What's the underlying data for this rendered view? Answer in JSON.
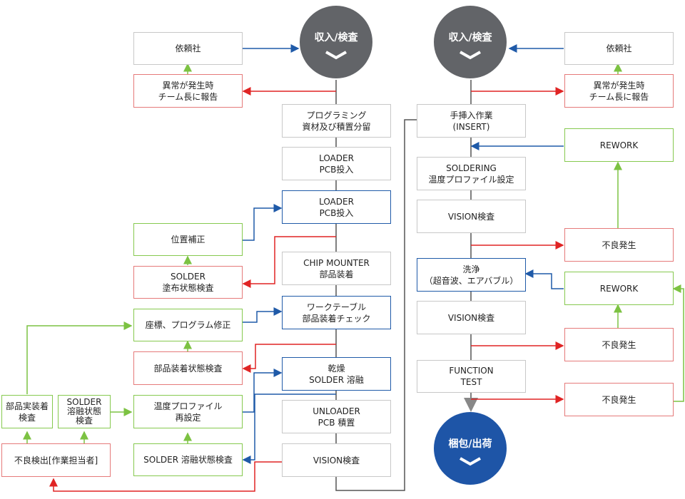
{
  "left": {
    "start": "収入/検査",
    "client": "依頼社",
    "anomaly": "異常が発生時\nチーム長に報告",
    "steps": [
      "プログラミング\n資材及び積置分留",
      "LOADER\nPCB投入",
      "LOADER\nPCB投入",
      "CHIP MOUNTER\n部品装着",
      "ワークテーブル\n部品装着チェック",
      "乾燥\nSOLDER 溶融",
      "UNLOADER\nPCB 積置",
      "VISION検査"
    ],
    "position_fix": "位置補正",
    "solder_print_check": "SOLDER\n塗布状態検査",
    "coord_fix": "座標、プログラム修正",
    "mount_check": "部品装着状態検査",
    "temp_reset": "温度プロファイル\n再設定",
    "solder_melt_check": "SOLDER 溶融状態検査",
    "parts_check": "部品実装着\n検査",
    "solder_melt_state": "SOLDER\n溶融状態\n検査",
    "defect_detect": "不良検出[作業担当者]"
  },
  "right": {
    "start": "収入/検査",
    "end": "梱包/出荷",
    "client": "依頼社",
    "anomaly": "異常が発生時\nチーム長に報告",
    "steps": [
      "手挿入作業\n(INSERT)",
      "SOLDERING\n温度プロファイル設定",
      "VISION検査",
      "洗浄\n（超音波、エアバブル）",
      "VISION検査",
      "FUNCTION\nTEST"
    ],
    "rework1": "REWORK",
    "rework2": "REWORK",
    "defect1": "不良発生",
    "defect2": "不良発生",
    "defect3": "不良発生"
  },
  "colors": {
    "blue": "#1f5aa8",
    "red": "#e02424",
    "green": "#7cc242",
    "gray": "#888888"
  }
}
